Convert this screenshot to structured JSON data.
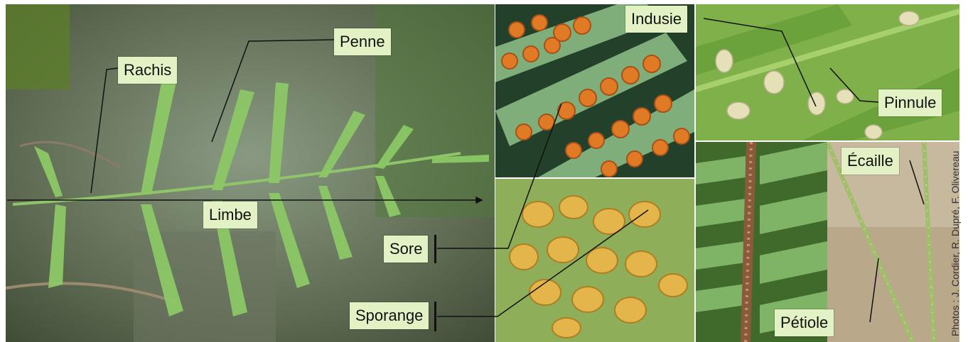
{
  "labels": {
    "rachis": "Rachis",
    "penne": "Penne",
    "limbe": "Limbe",
    "indusie": "Indusie",
    "pinnule": "Pinnule",
    "sore": "Sore",
    "sporange": "Sporange",
    "ecaille": "Écaille",
    "petiole": "Pétiole"
  },
  "credit": "Photos : J. Cordier, R. Dupré, F. Olivereau",
  "colors": {
    "label_bg": "#e3f2c4",
    "frond_green": "#7fbf5a",
    "sorus_orange": "#e07a24",
    "sporangium_gold": "#e8b64a",
    "leader_line": "#111111"
  }
}
